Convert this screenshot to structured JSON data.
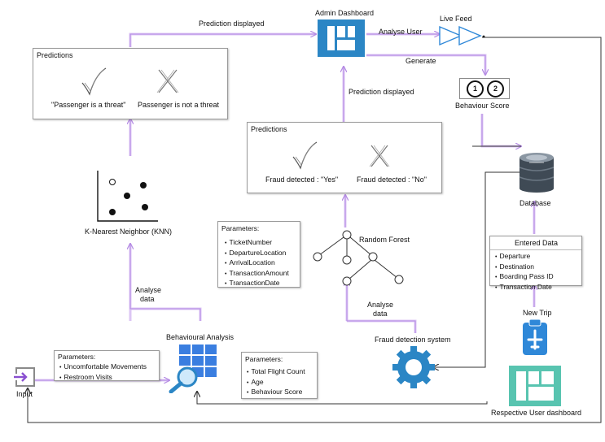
{
  "nodes": {
    "admin_dashboard": "Admin Dashboard",
    "live_feed": "Live Feed",
    "behaviour_score": "Behaviour Score",
    "behaviour_score_digits": [
      "1",
      "2"
    ],
    "database": "Database",
    "knn": "K-Nearest Neighbor (KNN)",
    "random_forest": "Random Forest",
    "fraud_detection_system": "Fraud detection system",
    "behavioural_analysis": "Behavioural Analysis",
    "input": "Input",
    "new_trip": "New Trip",
    "respective_user_dashboard": "Respective User dashboard"
  },
  "edges": {
    "prediction_displayed_top": "Prediction displayed",
    "analyse_user": "Analyse User",
    "generate": "Generate",
    "prediction_displayed_mid": "Prediction displayed",
    "analyse_data_left": [
      "Analyse",
      "data"
    ],
    "analyse_data_right": [
      "Analyse",
      "data"
    ]
  },
  "predictions_knn": {
    "title": "Predictions",
    "yes": "\"Passenger is a threat\"",
    "no": "Passenger is not a threat"
  },
  "predictions_rf": {
    "title": "Predictions",
    "yes": "Fraud detected : \"Yes\"",
    "no": "Fraud detected : \"No\""
  },
  "params_rf": {
    "title": "Parameters:",
    "items": [
      "TicketNumber",
      "DepartureLocation",
      "ArrivalLocation",
      "TransactionAmount",
      "TransactionDate"
    ]
  },
  "params_behaviour": {
    "title": "Parameters:",
    "items": [
      "Uncomfortable Movements",
      "Restroom Visits"
    ]
  },
  "params_flight": {
    "title": "Parameters:",
    "items": [
      "Total Flight Count",
      "Age",
      "Behaviour Score"
    ]
  },
  "entered_data": {
    "title": "Entered Data",
    "items": [
      "Departure",
      "Destination",
      "Boarding Pass ID",
      "Transaction Date"
    ]
  },
  "colors": {
    "admin_blue": "#2b86c5",
    "live_feed_blue": "#2f88d8",
    "gear_blue": "#2b86c5",
    "tile_blue": "#3a7ee0",
    "user_dash_teal": "#58c4b0",
    "arrow_purple": "#c39be8",
    "input_purple": "#8a4fd0",
    "db_dark": "#3f4a55"
  }
}
